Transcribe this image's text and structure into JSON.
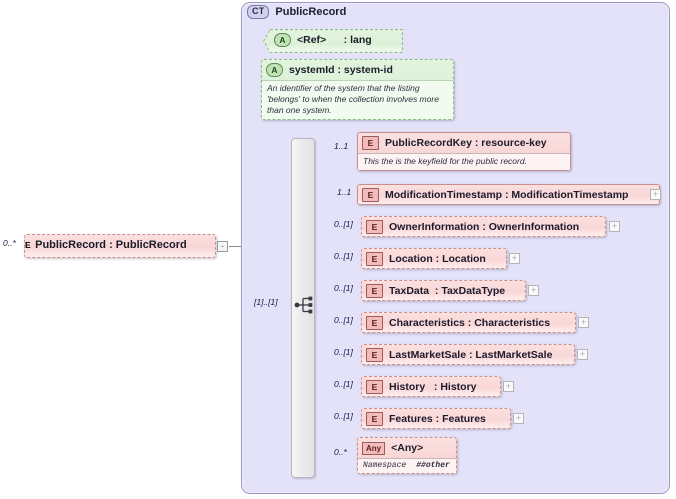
{
  "diagram": {
    "kind": "xsd-schema-diagram",
    "root_element": {
      "badge": "E",
      "label": "PublicRecord : PublicRecord",
      "occurrence": "0..*",
      "toggle": "-",
      "toggle_icon": "collapse-icon"
    },
    "complex_type": {
      "badge": "CT",
      "title": "PublicRecord"
    },
    "attributes": [
      {
        "badge": "A",
        "label": "<Ref>      : lang",
        "doc": ""
      },
      {
        "badge": "A",
        "label": "systemId : system-id",
        "doc": "An identifier of the system that the listing 'belongs' to when the collection involves more than one system."
      }
    ],
    "sequence": {
      "occurrence": "[1]..[1]",
      "icon": "sequence-icon"
    },
    "elements": [
      {
        "badge": "E",
        "label": "PublicRecordKey : resource-key",
        "occurrence": "1..1",
        "required": true,
        "doc": "This the is the keyfield for the public record.",
        "expand": null
      },
      {
        "badge": "E",
        "label": "ModificationTimestamp : ModificationTimestamp",
        "occurrence": "1..1",
        "required": true,
        "doc": "",
        "expand": "+"
      },
      {
        "badge": "E",
        "label": "OwnerInformation : OwnerInformation",
        "occurrence": "0..[1]",
        "required": false,
        "doc": "",
        "expand": "+"
      },
      {
        "badge": "E",
        "label": "Location : Location",
        "occurrence": "0..[1]",
        "required": false,
        "doc": "",
        "expand": "+"
      },
      {
        "badge": "E",
        "label": "TaxData  : TaxDataType",
        "occurrence": "0..[1]",
        "required": false,
        "doc": "",
        "expand": "+"
      },
      {
        "badge": "E",
        "label": "Characteristics : Characteristics",
        "occurrence": "0..[1]",
        "required": false,
        "doc": "",
        "expand": "+"
      },
      {
        "badge": "E",
        "label": "LastMarketSale : LastMarketSale",
        "occurrence": "0..[1]",
        "required": false,
        "doc": "",
        "expand": "+"
      },
      {
        "badge": "E",
        "label": "History   : History",
        "occurrence": "0..[1]",
        "required": false,
        "doc": "",
        "expand": "+"
      },
      {
        "badge": "E",
        "label": "Features : Features",
        "occurrence": "0..[1]",
        "required": false,
        "doc": "",
        "expand": "+"
      }
    ],
    "any_element": {
      "badge": "Any",
      "label": "<Any>",
      "occurrence": "0..*",
      "namespace_key": "Namespace",
      "namespace_value": "##other"
    },
    "colors": {
      "container_bg": "#e4e2f8",
      "container_border": "#9a97c4",
      "element_bg": "#f9d6d6",
      "element_border": "#c98f8f",
      "attribute_bg": "#dcf0d7",
      "attribute_border": "#8fb98a",
      "line": "#8a8a9e",
      "sequence_bar": "#ebebeb"
    }
  }
}
